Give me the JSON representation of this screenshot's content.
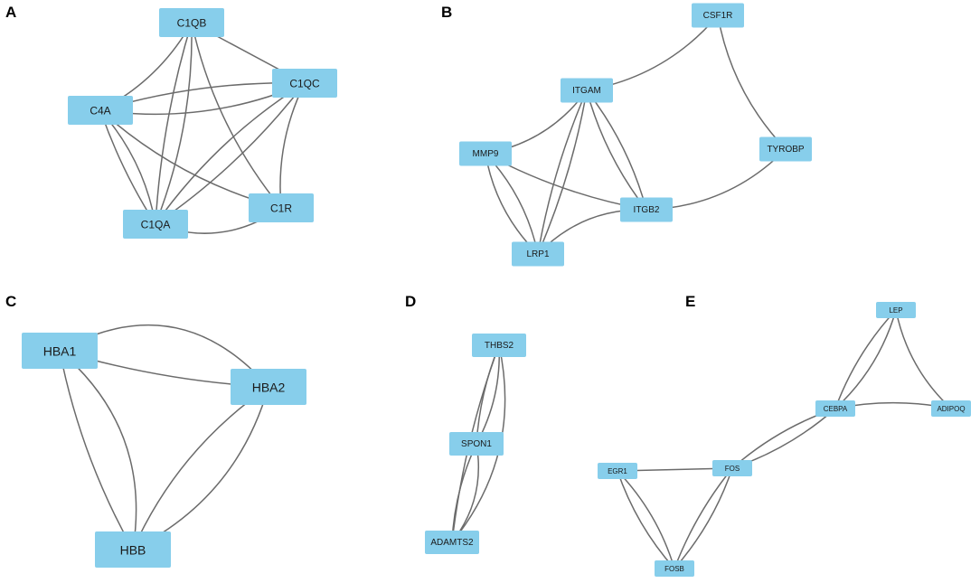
{
  "panels": [
    {
      "id": "A",
      "label": "A",
      "nodes": [
        {
          "id": "C1QB",
          "label": "C1QB"
        },
        {
          "id": "C1QC",
          "label": "C1QC"
        },
        {
          "id": "C4A",
          "label": "C4A"
        },
        {
          "id": "C1R",
          "label": "C1R"
        },
        {
          "id": "C1QA",
          "label": "C1QA"
        }
      ],
      "edges": [
        [
          "C1QB",
          "C1QC"
        ],
        [
          "C1QB",
          "C4A"
        ],
        [
          "C1QB",
          "C1R"
        ],
        [
          "C1QB",
          "C1QA"
        ],
        [
          "C1QC",
          "C4A"
        ],
        [
          "C1QC",
          "C1R"
        ],
        [
          "C1QC",
          "C1QA"
        ],
        [
          "C4A",
          "C1R"
        ],
        [
          "C4A",
          "C1QA"
        ],
        [
          "C1R",
          "C1QA"
        ]
      ]
    },
    {
      "id": "B",
      "label": "B",
      "nodes": [
        {
          "id": "CSF1R",
          "label": "CSF1R"
        },
        {
          "id": "ITGAM",
          "label": "ITGAM"
        },
        {
          "id": "TYROBP",
          "label": "TYROBP"
        },
        {
          "id": "MMP9",
          "label": "MMP9"
        },
        {
          "id": "ITGB2",
          "label": "ITGB2"
        },
        {
          "id": "LRP1",
          "label": "LRP1"
        }
      ],
      "edges": [
        [
          "CSF1R",
          "ITGAM"
        ],
        [
          "CSF1R",
          "TYROBP"
        ],
        [
          "ITGAM",
          "MMP9"
        ],
        [
          "ITGAM",
          "ITGB2"
        ],
        [
          "ITGAM",
          "LRP1"
        ],
        [
          "TYROBP",
          "ITGB2"
        ],
        [
          "MMP9",
          "ITGB2"
        ],
        [
          "MMP9",
          "LRP1"
        ],
        [
          "ITGB2",
          "LRP1"
        ]
      ]
    },
    {
      "id": "C",
      "label": "C",
      "nodes": [
        {
          "id": "HBA1",
          "label": "HBA1"
        },
        {
          "id": "HBA2",
          "label": "HBA2"
        },
        {
          "id": "HBB",
          "label": "HBB"
        }
      ],
      "edges": [
        [
          "HBA1",
          "HBA2"
        ],
        [
          "HBA1",
          "HBB"
        ],
        [
          "HBA2",
          "HBB"
        ]
      ]
    },
    {
      "id": "D",
      "label": "D",
      "nodes": [
        {
          "id": "THBS2",
          "label": "THBS2"
        },
        {
          "id": "SPON1",
          "label": "SPON1"
        },
        {
          "id": "ADAMTS2",
          "label": "ADAMTS2"
        }
      ],
      "edges": [
        [
          "THBS2",
          "SPON1"
        ],
        [
          "THBS2",
          "ADAMTS2"
        ],
        [
          "SPON1",
          "ADAMTS2"
        ]
      ]
    },
    {
      "id": "E",
      "label": "E",
      "nodes": [
        {
          "id": "LEP",
          "label": "LEP"
        },
        {
          "id": "CEBPA",
          "label": "CEBPA"
        },
        {
          "id": "ADIPOQ",
          "label": "ADIPOQ"
        },
        {
          "id": "EGR1",
          "label": "EGR1"
        },
        {
          "id": "FOS",
          "label": "FOS"
        },
        {
          "id": "FOSB",
          "label": "FOSB"
        }
      ],
      "edges": [
        [
          "LEP",
          "CEBPA"
        ],
        [
          "LEP",
          "ADIPOQ"
        ],
        [
          "CEBPA",
          "ADIPOQ"
        ],
        [
          "CEBPA",
          "FOS"
        ],
        [
          "EGR1",
          "FOS"
        ],
        [
          "EGR1",
          "FOSB"
        ],
        [
          "FOS",
          "FOSB"
        ]
      ]
    }
  ],
  "colors": {
    "node_fill": "#87CEEB",
    "edge": "#6b6b6b",
    "background": "#ffffff"
  }
}
